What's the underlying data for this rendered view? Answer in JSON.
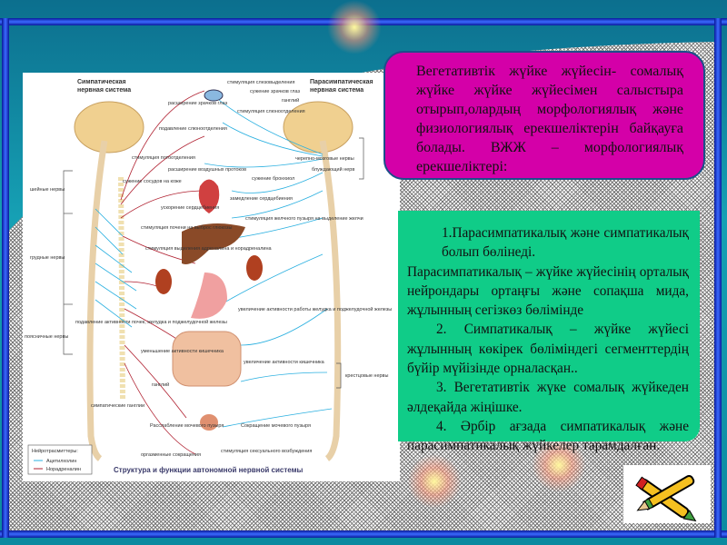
{
  "slide": {
    "intro_text": "Вегетативтік жүйке жүйесін- сомалық жүйке жүйке жүйесімен салыстыра отырып,олардың морфологиялық және физиологиялық ерекшеліктерін байқауға болады. ВЖЖ – морфологиялық ерекшеліктері:",
    "points": [
      "1.Парасимпатикалық және симпатикалық болып бөлінеді.",
      "Парасимпатикалық – жүйке жүйесінің орталық нейрондары ортаңғы және сопақша мида, жұлынның сегізкөз бөлімінде",
      "2. Симпатикалық – жүйке жүйесі жұлынның көкірек бөліміндегі сегменттердің бүйір мүйізінде орналасқан..",
      "3. Вегетативтік жүке сомалық жүйкеден әлдеқайда жіңішке.",
      "4. Әрбір ағзада симпатикалық және парасимпатикалық жүйкелер тарамдалған."
    ],
    "colors": {
      "intro_box": "#d400a8",
      "points_box": "#10cc88",
      "frame": "#1a3aff"
    }
  },
  "diagram": {
    "title": "Структура и функции автономной нервной системы",
    "left_header": [
      "Симпатическая",
      "нервная система"
    ],
    "right_header": [
      "Парасимпатическая",
      "нервная система"
    ],
    "labels": {
      "cervical": "шейные нервы",
      "thoracic": "грудные нервы",
      "lumbar": "поясничные нервы",
      "cranial": "черепно-мозговые нервы",
      "vagus": "блуждающий нерв",
      "sacral": "крестцовые нервы",
      "ganglia": "симпатические ганглии",
      "ganglion": "ганглий",
      "tears": "стимуляция слезовыделения",
      "pupil_narrow": "сужение зрачков глаз",
      "pupil_wide": "расширение зрачков глаз",
      "saliva_stim": "стимуляция слюноотделения",
      "saliva_supp": "подавление слюноотделения",
      "sweat": "стимуляция потоотделения",
      "vessels": "сужение сосудов на коже",
      "airways": "расширение воздушных протоков",
      "bronchi": "сужение бронхиол",
      "heart_slow": "замедление сердцебиения",
      "heart_fast": "ускорение сердцебиения",
      "bile": "стимуляция желчного пузыря на выделение желчи",
      "glucose": "стимуляция почени на выброс глюкозы",
      "adrenaline": "стимуляция выделения адреналина и норадреналина",
      "kidney_supp": "подавление активности почек, желудка и поджелудочной железы",
      "stomach_up": "увеличение активности работы желудка и поджелудочной железы",
      "gut_down": "уменьшение активности кишечника",
      "gut_up": "увеличение активности кишечника",
      "bladder_relax": "Расслабление мочевого пузыря",
      "bladder_contract": "Сокращение мочевого пузыря",
      "orgasm": "оргазменные сокращения",
      "sexual": "стимуляция сексуального возбуждения"
    },
    "legend": {
      "title": "Нейротрасмиттеры:",
      "items": [
        {
          "label": "Ацетилхолин",
          "color": "#2bb0e0"
        },
        {
          "label": "Норадреналин",
          "color": "#b02030"
        }
      ]
    }
  }
}
